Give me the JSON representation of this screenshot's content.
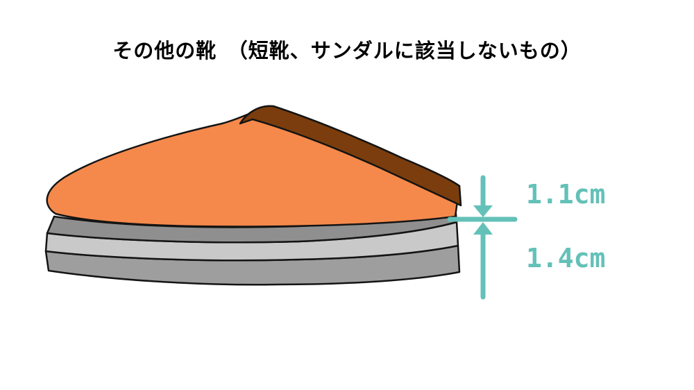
{
  "title": "その他の靴　（短靴、サンダルに該当しないもの）",
  "diagram": {
    "subject": "shoe-side-view-clog",
    "measurements": {
      "upper_gap": "1.1cm",
      "sole_height": "1.4cm"
    }
  },
  "colors": {
    "upper": "#F5894B",
    "collar": "#7B3D0D",
    "sole_top": "#8F8F8F",
    "sole_mid": "#C9C9C9",
    "sole_bottom": "#9E9E9E",
    "accent": "#63C1B8",
    "outline": "#141414",
    "background": "#FFFFFF"
  }
}
